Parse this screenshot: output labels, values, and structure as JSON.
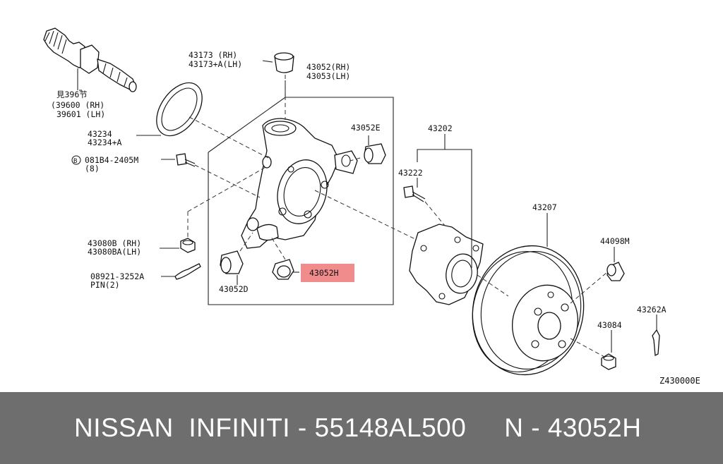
{
  "colors": {
    "banner_background": "#6e6e6e",
    "banner_text": "#ffffff",
    "highlight": "#f08c8c"
  },
  "diagram": {
    "labels": {
      "p396_ref": "見396节",
      "p39600": "(39600 (RH)",
      "p39601": "39601 (LH)",
      "p43173": "43173  (RH)",
      "p43173a": "43173+A(LH)",
      "p43052rh": "43052(RH)",
      "p43053lh": "43053(LH)",
      "p43234": "43234",
      "p43234a": "43234+A",
      "p43052e": "43052E",
      "p43202": "43202",
      "bolt_symbol": "B",
      "p081b4": "081B4-2405M",
      "p081b4_qty": "(8)",
      "p43222": "43222",
      "p43207": "43207",
      "p43080b": "43080B (RH)",
      "p43080ba": "43080BA(LH)",
      "p44098m": "44098M",
      "p43052h": "43052H",
      "p08921": "08921-3252A",
      "p_pin": "PIN(2)",
      "p43052d": "43052D",
      "p43262a": "43262A",
      "p43084": "43084",
      "diagram_code": "Z430000E"
    }
  },
  "banner": {
    "text": "NISSAN  INFINITI - 55148AL500     N - 43052H"
  }
}
